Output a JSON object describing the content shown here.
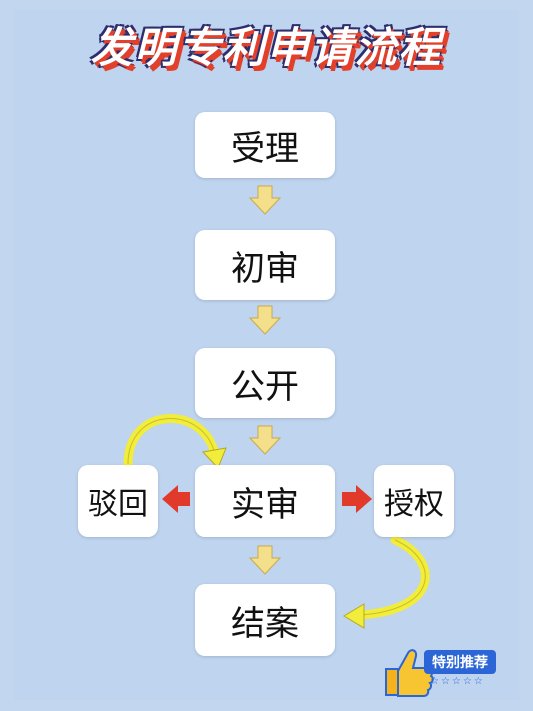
{
  "title": "发明专利申请流程",
  "steps": {
    "accept": "受理",
    "preliminary": "初审",
    "publish": "公开",
    "substantive": "实审",
    "reject": "驳回",
    "grant": "授权",
    "close": "结案"
  },
  "badge": {
    "label": "特别推荐",
    "stars": "☆☆☆☆☆"
  },
  "colors": {
    "background": "#c2d6ef",
    "arrow_yellow": "#f4e08a",
    "arrow_red": "#e23a2a",
    "curve_yellow": "#f2ec3a"
  }
}
